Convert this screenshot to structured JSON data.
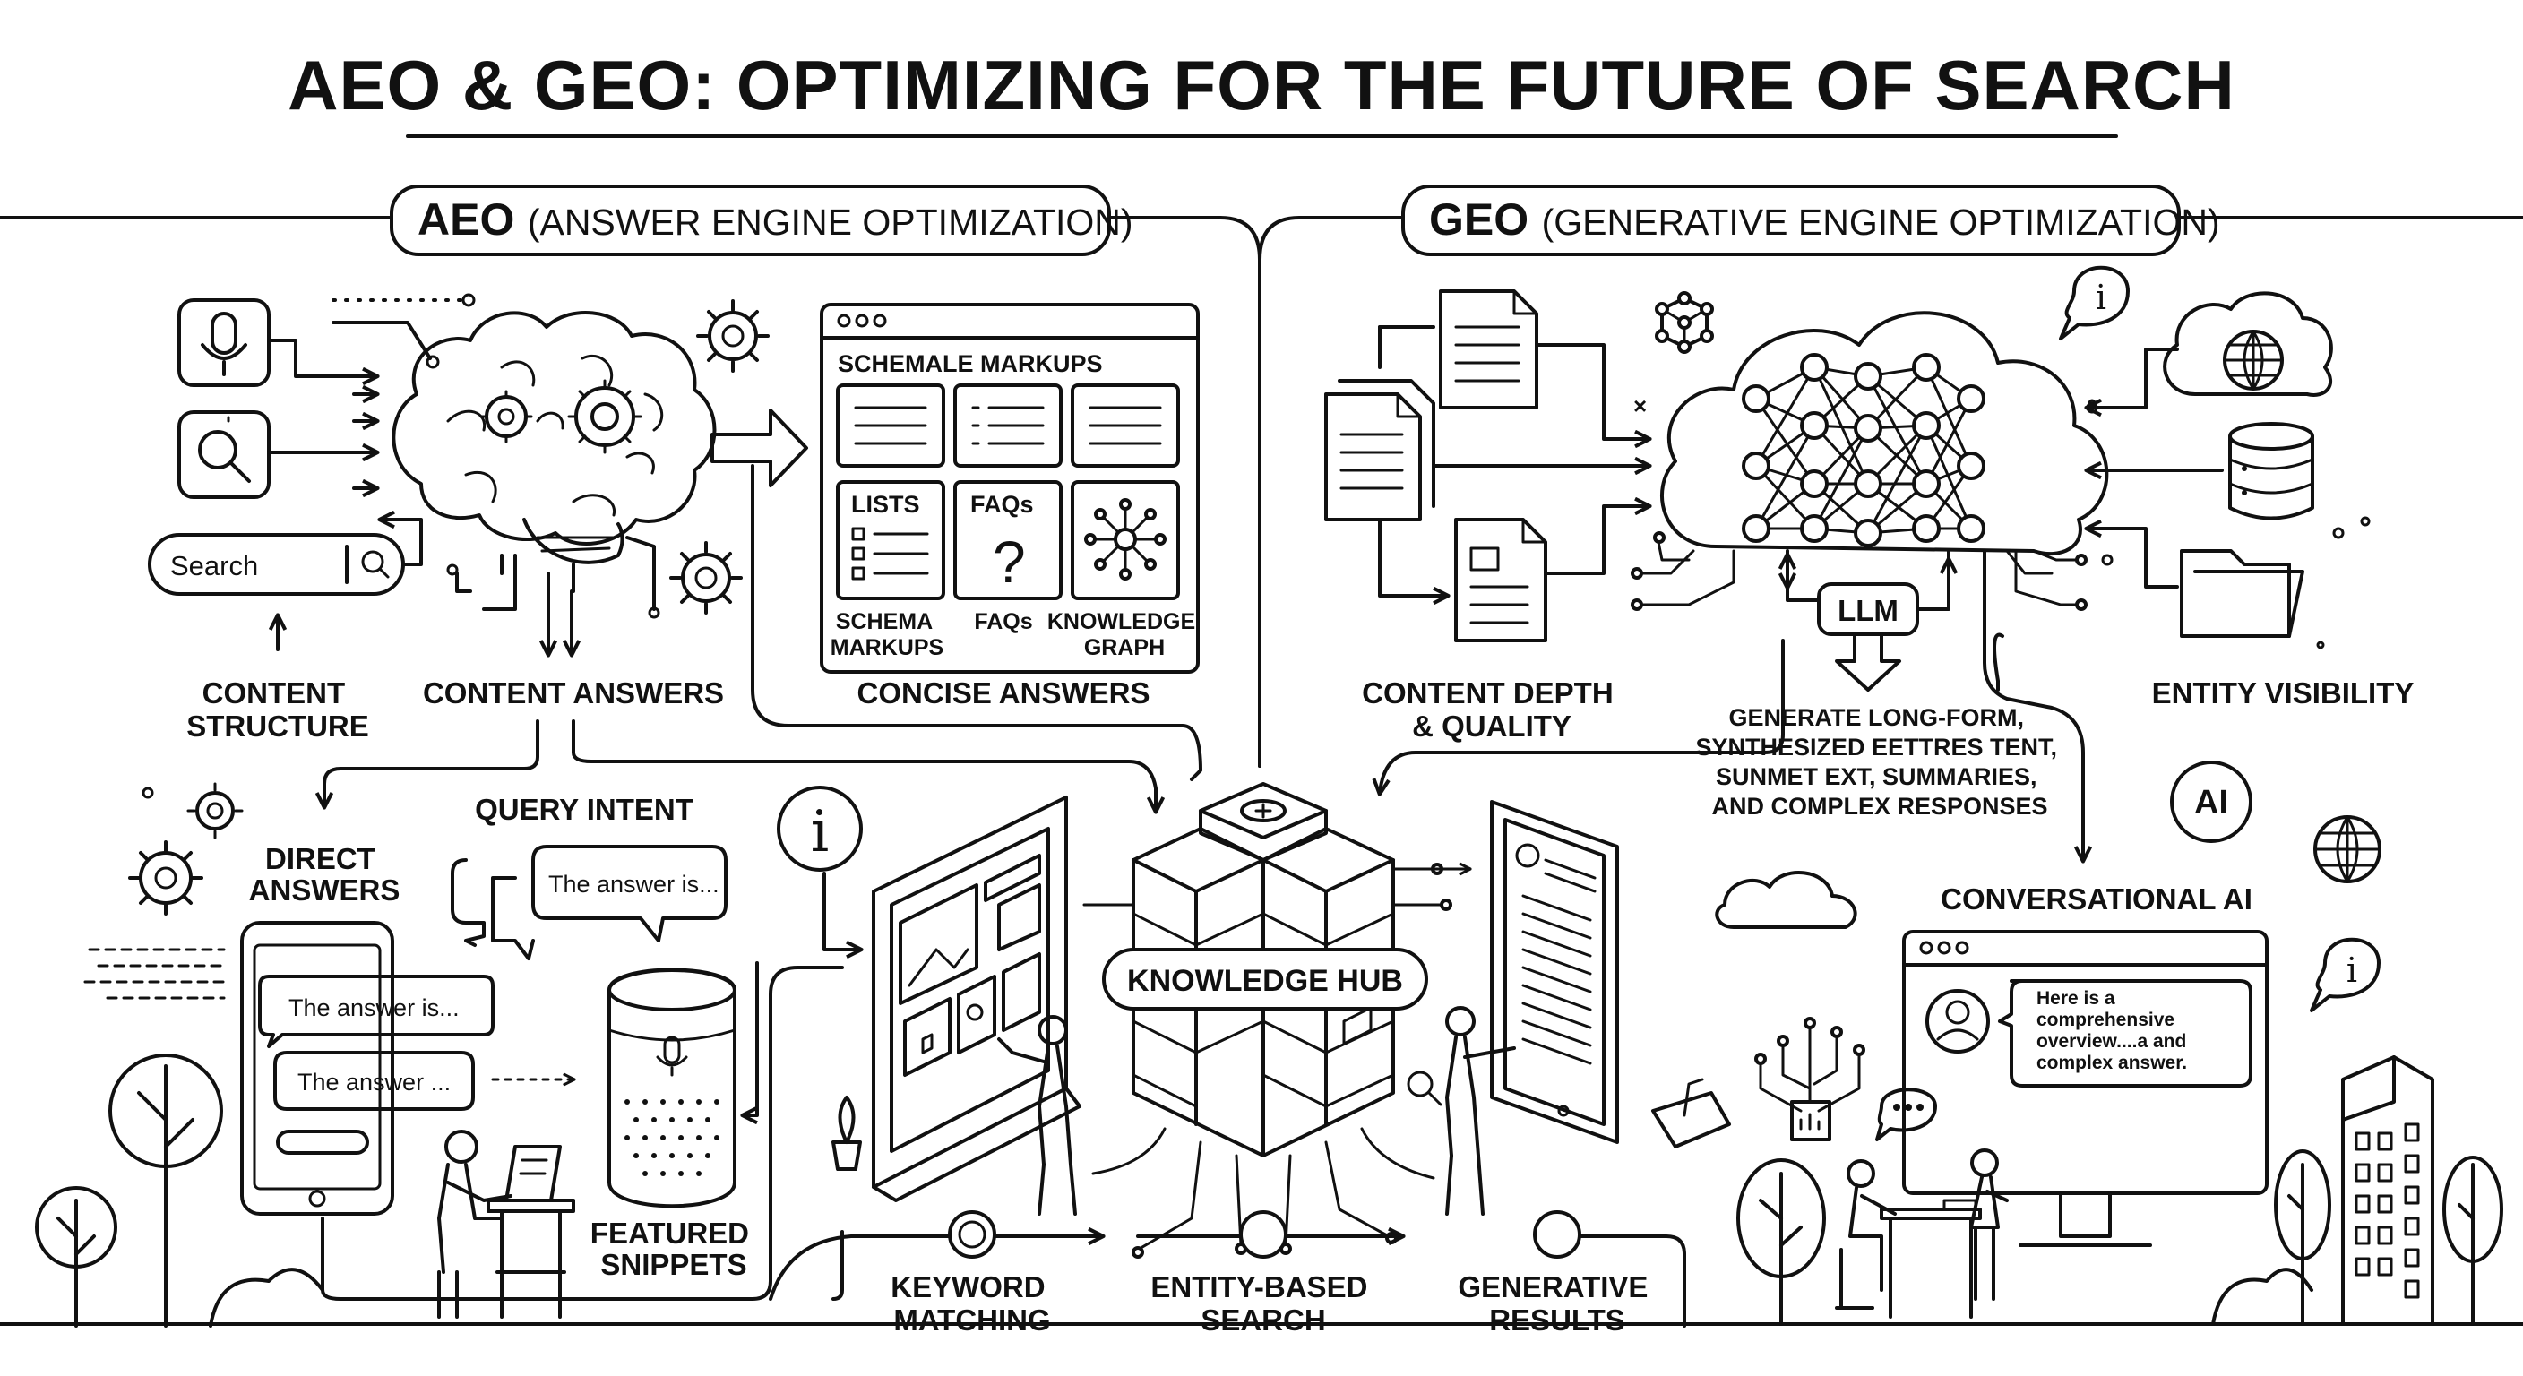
{
  "title": "AEO & GEO: OPTIMIZING FOR THE FUTURE OF SEARCH",
  "aeo": {
    "abbr": "AEO",
    "full": "(ANSWER ENGINE OPTIMIZATION)",
    "search_placeholder": "Search",
    "schema_window": {
      "header": "SCHEMALE MARKUPS",
      "card_lists": "LISTS",
      "card_faqs": "FAQs",
      "card_faqs_icon": "?",
      "caption_schema": [
        "SCHEMA",
        "MARKUPS"
      ],
      "caption_faqs": "FAQs",
      "caption_knowledge": [
        "KNOWLEDGE",
        "GRAPH"
      ]
    },
    "content_structure": [
      "CONTENT",
      "STRUCTURE"
    ],
    "content_answers": "CONTENT ANSWERS",
    "concise_answers": "CONCISE ANSWERS",
    "direct_answers": [
      "DIRECT",
      "ANSWERS"
    ],
    "query_intent": "QUERY INTENT",
    "speech_bubble": "The answer is...",
    "phone_bubble_1": "The answer is...",
    "phone_bubble_2": "The answer ...",
    "featured_snippets": [
      "FEATURED",
      "SNIPPETS"
    ]
  },
  "geo": {
    "abbr": "GEO",
    "full": "(GENERATIVE ENGINE OPTIMIZATION)",
    "llm": "LLM",
    "content_depth": [
      "CONTENT DEPTH",
      "& QUALITY"
    ],
    "generate_text": [
      "GENERATE LONG-FORM,",
      "SYNTHESIZED EETTRES TENT,",
      "SUNMET EXT, SUMMARIES,",
      "AND COMPLEX RESPONSES"
    ],
    "entity_visibility": "ENTITY VISIBILITY",
    "ai_badge": "AI",
    "conversational_ai": "CONVERSATIONAL AI",
    "chat_response": [
      "Here is a",
      "comprehensive",
      "overview....a and",
      "complex answer."
    ]
  },
  "hub": {
    "label": "KNOWLEDGE HUB"
  },
  "pipeline": [
    [
      "KEYWORD",
      "MATCHING"
    ],
    [
      "ENTITY-BASED",
      "SEARCH"
    ],
    [
      "GENERATIVE",
      "RESULTS"
    ]
  ],
  "icons": {
    "info": "i",
    "close_mark": "×"
  },
  "colors": {
    "ink": "#111111",
    "background": "#ffffff"
  }
}
